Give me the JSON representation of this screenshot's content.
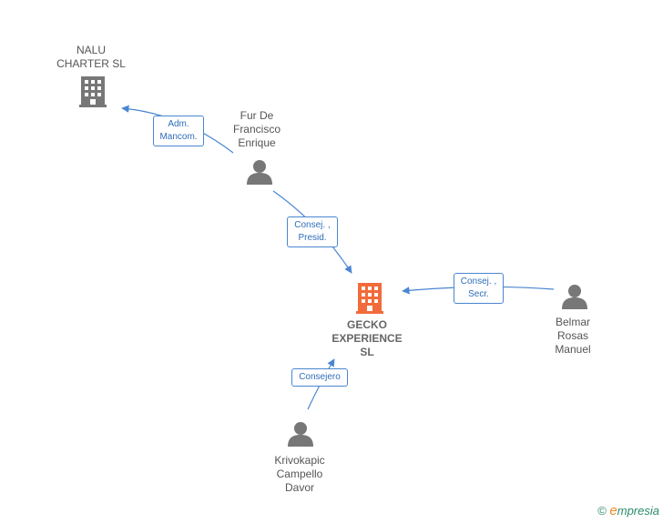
{
  "nodes": {
    "nalu": {
      "lines": [
        "NALU",
        "CHARTER  SL"
      ],
      "kind": "company",
      "color": "#777777"
    },
    "fur": {
      "lines": [
        "Fur De",
        "Francisco",
        "Enrique"
      ],
      "kind": "person",
      "color": "#777777"
    },
    "gecko": {
      "lines": [
        "GECKO",
        "EXPERIENCE",
        "SL"
      ],
      "kind": "company",
      "color": "#f26b3a"
    },
    "belmar": {
      "lines": [
        "Belmar",
        "Rosas",
        "Manuel"
      ],
      "kind": "person",
      "color": "#777777"
    },
    "krivo": {
      "lines": [
        "Krivokapic",
        "Campello",
        "Davor"
      ],
      "kind": "person",
      "color": "#777777"
    }
  },
  "edges": {
    "adm": {
      "lines": [
        "Adm.",
        "Mancom."
      ]
    },
    "presid": {
      "lines": [
        "Consej. ,",
        "Presid."
      ]
    },
    "secr": {
      "lines": [
        "Consej. ,",
        "Secr."
      ]
    },
    "consejero": {
      "lines": [
        "Consejero"
      ]
    }
  },
  "colors": {
    "edge": "#4a86d1",
    "icon_grey": "#777777",
    "icon_main": "#f26b3a"
  },
  "footer": {
    "copyright": "©",
    "brand_initial": "e",
    "brand_rest": "mpresia"
  }
}
